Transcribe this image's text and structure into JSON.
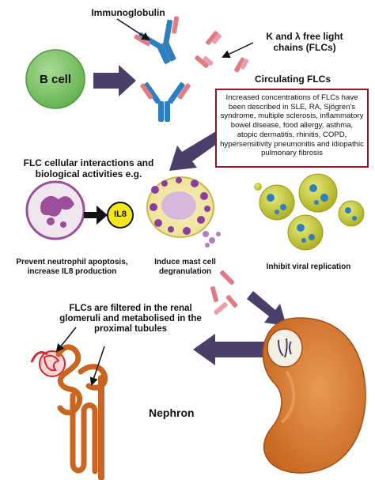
{
  "labels": {
    "immunoglobulin": "Immunoglobulin",
    "flc_title": "K and λ free light chains (FLCs)",
    "b_cell": "B cell",
    "circulating": "Circulating FLCs",
    "interactions": "FLC cellular interactions and biological activities e.g.",
    "il8": "IL8",
    "neutrophil": "Prevent neutrophil apoptosis, increase IL8 production",
    "mast_cell": "Induce mast cell degranulation",
    "viral": "Inhibit viral  replication",
    "renal": "FLCs are filtered in the renal glomeruli and metabolised in the proximal tubules",
    "nephron": "Nephron"
  },
  "info_box": "Increased concentrations of FLCs have been described in SLE, RA, Sjögren's syndrome, multiple sclerosis, inflammatory bowel disease, food allergy, asthma, atopic dermatitis, rhinitis, COPD, hypersensitivity pneumonitis and idiopathic pulmonary fibrosis",
  "colors": {
    "b_cell": "#7dc36b",
    "arrow": "#4a3f6b",
    "light_chain": "#e07c86",
    "heavy_chain": "#2f7fbf",
    "kidney": "#d9762f",
    "nephron": "#c9651e",
    "neutrophil": "#9b4f9b",
    "mast_cell": "#8a3d9a",
    "virus": "#c8cc3c",
    "il8": "#f4e81c",
    "info_border": "#8b1a2b"
  }
}
